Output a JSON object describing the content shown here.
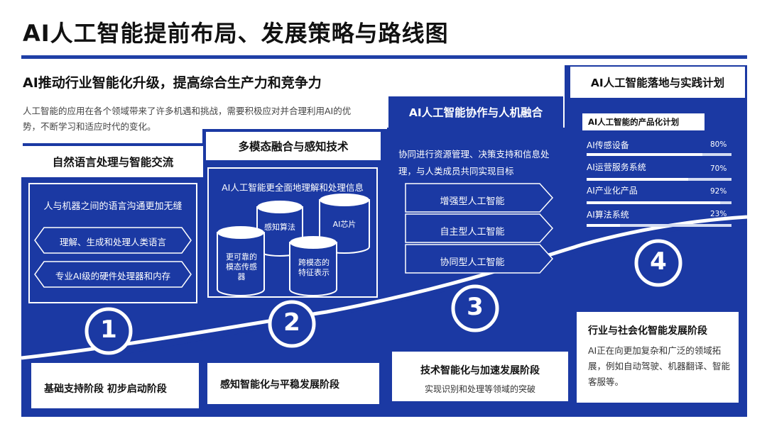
{
  "title": "AI人工智能提前布局、发展策略与路线图",
  "subtitle": "AI推动行业智能化升级，提高综合生产力和竞争力",
  "intro": "人工智能的应用在各个领域带来了许多机遇和挑战，需要积极应对并合理利用AI的优势，不断学习和适应时代的变化。",
  "colors": {
    "primary": "#1b39a3",
    "accent": "#1f3fa6",
    "text": "#111111"
  },
  "stages": [
    {
      "number": "1",
      "header": "自然语言处理与智能交流",
      "desc": "人与机器之间的语言沟通更加无缝",
      "items": [
        "理解、生成和处理人类语言",
        "专业AI级的硬件处理器和内存"
      ],
      "footer": "基础支持阶段 初步启动阶段"
    },
    {
      "number": "2",
      "header": "多模态融合与感知技术",
      "desc": "AI人工智能更全面地理解和处理信息",
      "cylinders": [
        "感知算法",
        "AI芯片",
        "更可靠的模态传感器",
        "跨模态的特征表示"
      ],
      "footer": "感知智能化与平稳发展阶段"
    },
    {
      "number": "3",
      "header": "AI人工智能协作与人机融合",
      "desc": "协同进行资源管理、决策支持和信息处理，与人类成员共同实现目标",
      "items": [
        "增强型人工智能",
        "自主型人工智能",
        "协同型人工智能"
      ],
      "footer": "技术智能化与加速发展阶段",
      "footer_desc": "实现识别和处理等领域的突破"
    },
    {
      "number": "4",
      "header": "AI人工智能落地与实践计划",
      "panel_title": "AI人工智能的产品化计划",
      "progress": [
        {
          "label": "AI传感设备",
          "value": "80%",
          "fraction": 0.8
        },
        {
          "label": "AI运营服务系统",
          "value": "70%",
          "fraction": 0.7
        },
        {
          "label": "AI产业化产品",
          "value": "92%",
          "fraction": 0.92
        },
        {
          "label": "AI算法系统",
          "value": "23%",
          "fraction": 0.23
        }
      ],
      "footer": "行业与社会化智能发展阶段",
      "footer_desc": "AI正在向更加复杂和广泛的领域拓展，例如自动驾驶、机器翻译、智能客服等。"
    }
  ]
}
